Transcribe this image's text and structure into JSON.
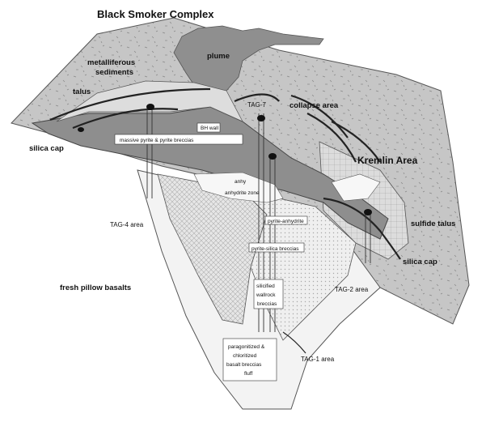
{
  "title": "Black Smoker Complex",
  "labels": {
    "plume": "plume",
    "metalliferous_1": "metalliferous",
    "metalliferous_2": "sediments",
    "talus": "talus",
    "tag7": "TAG-7",
    "collapse_area": "collapse area",
    "silica_cap_left": "silica cap",
    "bh_wall": "BH wall",
    "massive_pyrite": "massive pyrite & pyrite breccias",
    "kremlin_area": "Kremlin Area",
    "anhydrite_1": "anhy",
    "anhydrite_2": "anhydrite zone",
    "tag4": "TAG-4 area",
    "sulfide_talus": "sulfide talus",
    "pyrite_anhydrite": "pyrite-anhydrite",
    "pyrite_silica": "pyrite-silica breccias",
    "silica_cap_right": "silica cap",
    "fresh_pillow": "fresh pillow basalts",
    "silicified_1": "silicified",
    "silicified_2": "wallrock",
    "silicified_3": "breccias",
    "tag2": "TAG-2 area",
    "paragonitized_1": "paragonitized &",
    "paragonitized_2": "chloritized",
    "paragonitized_3": "basalt breccias",
    "paragonitized_4": "fluff",
    "tag1": "TAG-1 area"
  },
  "colors": {
    "outer_mound": "#c9c9c9",
    "massive_sulfide": "#8e8e8e",
    "stockwork": "#e3e3e3",
    "pillow_basalt": "#f2f2f2",
    "plume": "#8f8f8f",
    "line": "#222222"
  }
}
